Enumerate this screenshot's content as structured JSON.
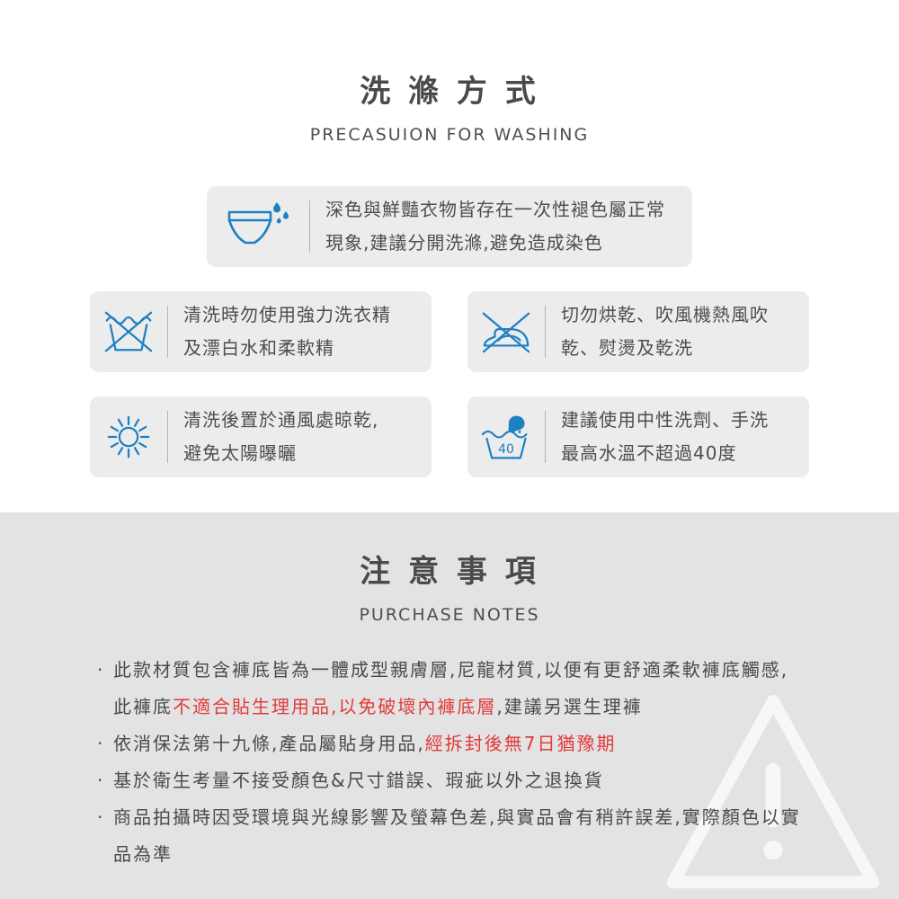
{
  "colors": {
    "icon_blue": "#1c80c3",
    "card_grey": "#ececec",
    "section_grey": "#e3e3e3",
    "text_grey": "#4a4a4a",
    "warning_red": "#e23a3a"
  },
  "washing": {
    "title": "洗 滌 方 式",
    "subtitle": "PRECASUION FOR WASHING",
    "notice_card": {
      "icon": "underwear-with-water-drops",
      "line1": "深色與鮮豔衣物皆存在一次性褪色屬正常",
      "line2": "現象,建議分開洗滌,避免造成染色"
    },
    "cards": [
      {
        "icon": "crossed-washtub",
        "line1": "清洗時勿使用強力洗衣精",
        "line2": "及漂白水和柔軟精"
      },
      {
        "icon": "crossed-iron",
        "line1": "切勿烘乾、吹風機熱風吹",
        "line2": "乾、熨燙及乾洗"
      },
      {
        "icon": "sun",
        "line1": "清洗後置於通風處晾乾,",
        "line2": "避免太陽曝曬"
      },
      {
        "icon": "hand-wash-basin-40",
        "line1": "建議使用中性洗劑、手洗",
        "line2": "最高水溫不超過40度",
        "temp_label": "40"
      }
    ]
  },
  "notes": {
    "title": "注 意 事 項",
    "subtitle": "PURCHASE NOTES",
    "bullet": "·",
    "items": [
      {
        "lines": [
          {
            "segments": [
              {
                "t": "此款材質包含褲底皆為一體成型親膚層,尼龍材質,以便有更舒適柔軟褲底觸感,"
              }
            ]
          },
          {
            "segments": [
              {
                "t": "此褲底"
              },
              {
                "t": "不適合貼生理用品,以免破壞內褲底層",
                "red": true
              },
              {
                "t": ",建議另選生理褲"
              }
            ]
          }
        ]
      },
      {
        "lines": [
          {
            "segments": [
              {
                "t": "依消保法第十九條,產品屬貼身用品,"
              },
              {
                "t": "經拆封後無7日猶豫期",
                "red": true
              }
            ]
          }
        ]
      },
      {
        "lines": [
          {
            "segments": [
              {
                "t": "基於衛生考量不接受顏色&尺寸錯誤、瑕疵以外之退換貨"
              }
            ]
          }
        ]
      },
      {
        "lines": [
          {
            "segments": [
              {
                "t": "商品拍攝時因受環境與光線影響及螢幕色差,與實品會有稍許誤差,實際顏色以實"
              }
            ]
          },
          {
            "segments": [
              {
                "t": "品為準"
              }
            ]
          }
        ]
      }
    ]
  }
}
